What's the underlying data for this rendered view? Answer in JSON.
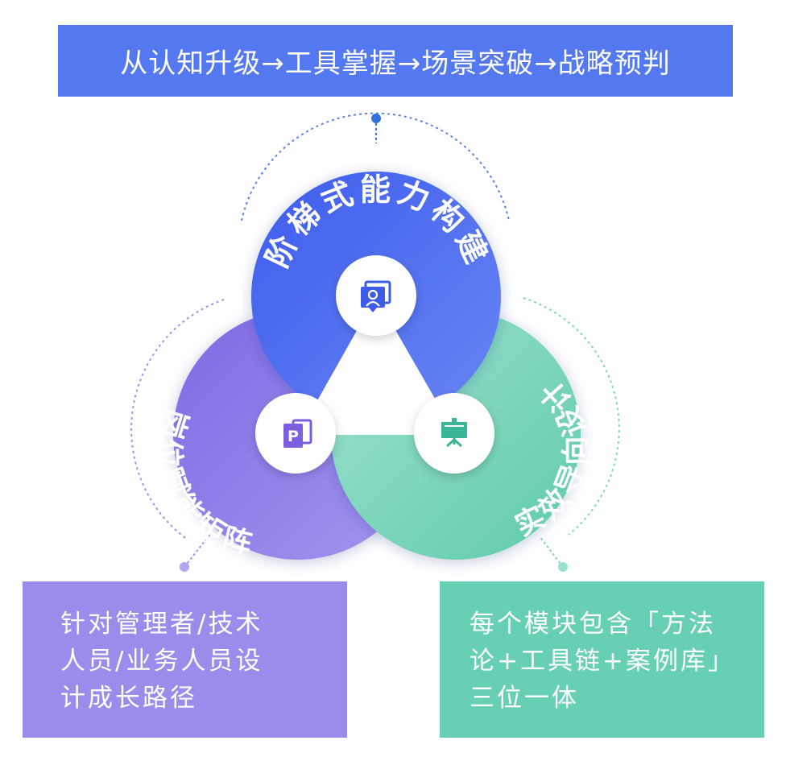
{
  "banner": {
    "text": "从认知升级→工具掌握→场景突破→战略预判"
  },
  "modules": {
    "top": {
      "label": "阶梯式能力构建",
      "icon": "portrait-card-icon",
      "color": "#4f6ef0"
    },
    "left": {
      "label": "岗位赋能矩阵",
      "icon": "presentation-p-icon",
      "color": "#8f7fe8"
    },
    "right": {
      "label": "实效导向设计",
      "icon": "easel-board-icon",
      "color": "#6fd3b8"
    }
  },
  "notes": {
    "left": {
      "lines": [
        "针对管理者/技术",
        "人员/业务人员设",
        "计成长路径"
      ],
      "color": "#9b8cec"
    },
    "right": {
      "lines": [
        "每个模块包含「方法",
        "论+工具链+案例库」",
        "三位一体"
      ],
      "color": "#66cfb4"
    }
  }
}
